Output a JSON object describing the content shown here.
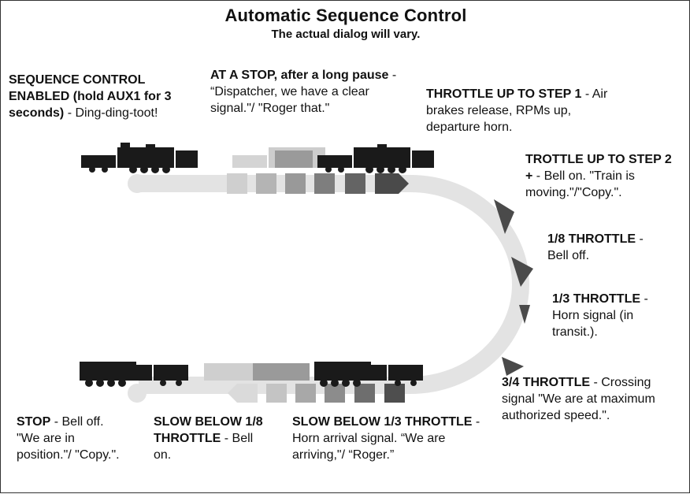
{
  "header": {
    "title": "Automatic Sequence Control",
    "subtitle": "The actual dialog will vary."
  },
  "steps": [
    {
      "bold": "SEQUENCE CONTROL ENABLED (hold AUX1 for 3 seconds)",
      "text": " - Ding-ding-toot!"
    },
    {
      "bold": "AT A STOP, after a long pause",
      "text": " - “Dispatcher, we have a clear signal.\"/ \"Roger that.\""
    },
    {
      "bold": "THROTTLE UP TO STEP 1",
      "text": " - Air brakes release, RPMs up, departure horn."
    },
    {
      "bold": "TROTTLE UP TO STEP 2 +",
      "text": " - Bell on. \"Train is moving.\"/\"Copy.\"."
    },
    {
      "bold": "1/8 THROTTLE",
      "text": " - Bell off."
    },
    {
      "bold": "1/3 THROTTLE",
      "text": " - Horn signal (in transit.)."
    },
    {
      "bold": "3/4 THROTTLE",
      "text": " - Crossing signal \"We are at maximum authorized speed.\"."
    },
    {
      "bold": "SLOW BELOW 1/3 THROTTLE",
      "text": " - Horn arrival signal. “We are arriving,\"/ “Roger.”"
    },
    {
      "bold": "SLOW BELOW 1/8 THROTTLE",
      "text": " - Bell on."
    },
    {
      "bold": "STOP",
      "text": " - Bell off. \"We are in position.\"/ \"Copy.\"."
    }
  ],
  "colors": {
    "track": "#e3e3e3",
    "arrow": "#4a4a4a",
    "train_dark": "#1a1a1a",
    "train_mid": "#8c8c8c",
    "train_light": "#c8c8c8"
  }
}
